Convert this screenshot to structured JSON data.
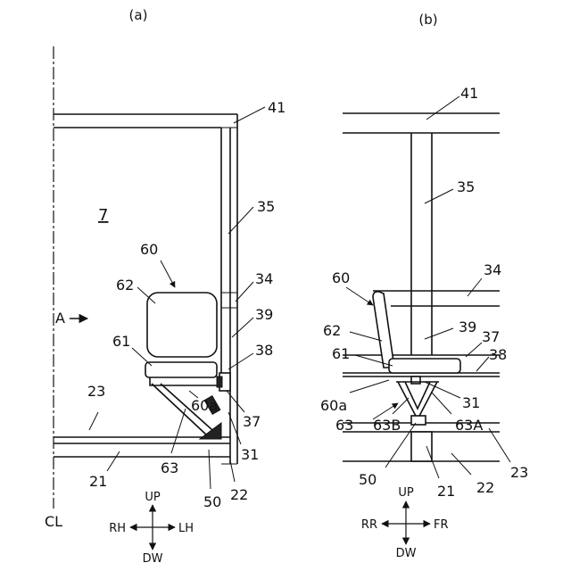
{
  "panel_a": {
    "caption": "(a)",
    "labels": {
      "l41": "41",
      "l35": "35",
      "l34": "34",
      "l39": "39",
      "l38": "38",
      "l37": "37",
      "l31": "31",
      "l22": "22",
      "l50": "50",
      "l63": "63",
      "l21": "21",
      "l23": "23",
      "l60a": "60a",
      "l61": "61",
      "l62": "62",
      "l60": "60",
      "l7": "7",
      "arrowA": "A",
      "cl": "CL"
    },
    "compass": {
      "up": "UP",
      "down": "DW",
      "left": "RH",
      "right": "LH"
    }
  },
  "panel_b": {
    "caption": "(b)",
    "labels": {
      "l41": "41",
      "l35": "35",
      "l34": "34",
      "l60": "60",
      "l62": "62",
      "l39": "39",
      "l37": "37",
      "l38": "38",
      "l61": "61",
      "l31": "31",
      "l60a": "60a",
      "l63": "63",
      "l63B": "63B",
      "l63A": "63A",
      "l23": "23",
      "l50": "50",
      "l21": "21",
      "l22": "22"
    },
    "compass": {
      "up": "UP",
      "down": "DW",
      "left": "RR",
      "right": "FR"
    }
  }
}
